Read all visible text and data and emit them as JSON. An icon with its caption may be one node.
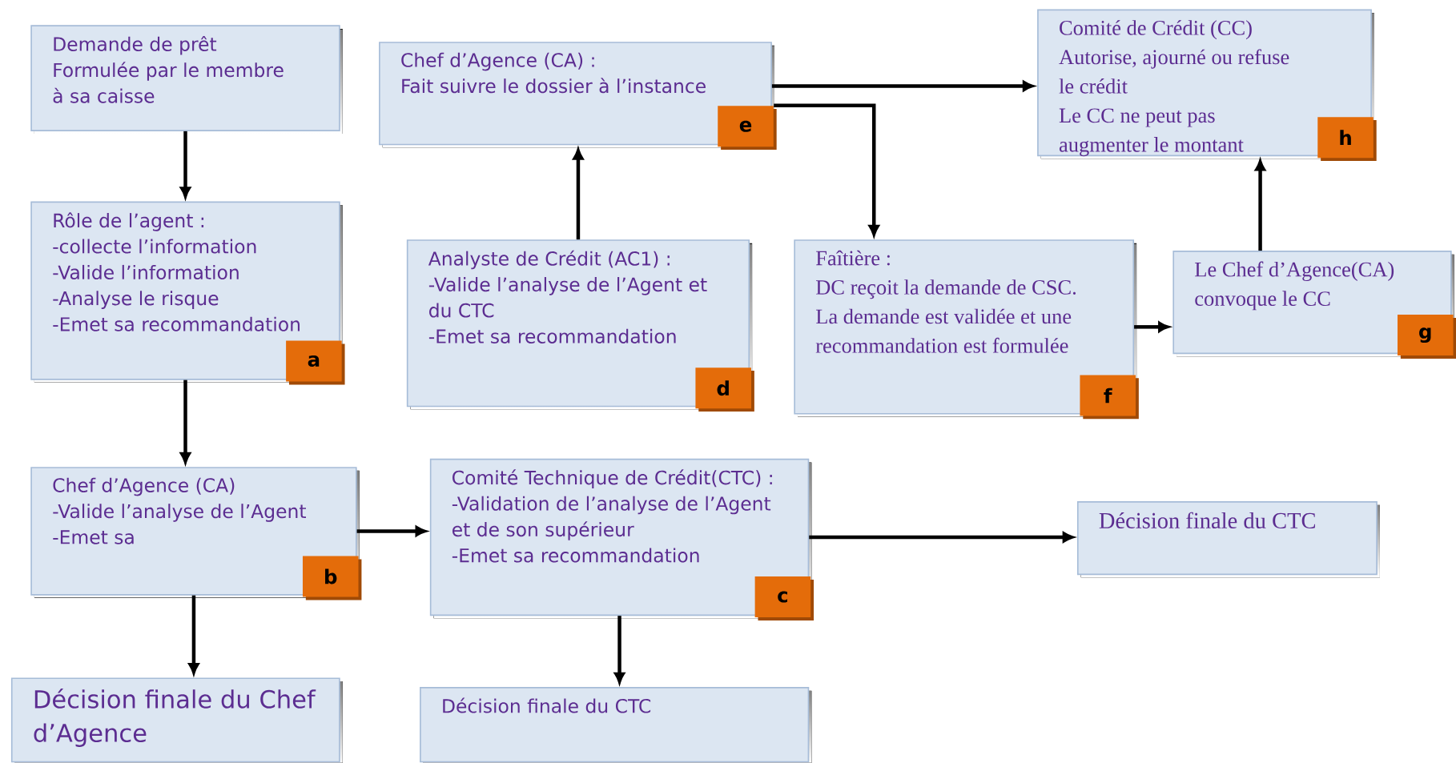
{
  "diagram": {
    "nodes": [
      {
        "text": [
          "Demande de prêt",
          "Formulée par le membre à sa caisse"
        ]
      },
      {
        "text": [
          "Rôle de l’agent :",
          "-collecte l’information",
          "-Valide l’information",
          "-Analyse le risque",
          "-Emet sa recommandation"
        ]
      },
      {
        "text": [
          "a"
        ],
        "in": 1
      },
      {
        "text": [
          "Chef d’Agence (CA)",
          "-Valide l’analyse de l’Agent",
          "-Emet sa"
        ]
      },
      {
        "text": [
          "b"
        ],
        "in": 3
      },
      {
        "text": [
          "Décision finale du Chef d’Agence"
        ]
      },
      {
        "text": [
          "Chef d’Agence (CA) :",
          "Fait suivre le dossier à l’instance"
        ]
      },
      {
        "text": [
          "e"
        ],
        "in": 6
      },
      {
        "text": [
          "Analyste de Crédit (AC1) :",
          "-Valide l’analyse de l’Agent et du CTC",
          "-Emet sa recommandation"
        ]
      },
      {
        "text": [
          "d"
        ],
        "in": 8
      },
      {
        "text": [
          "Comité Technique de Crédit(CTC) :",
          "-Validation de l’analyse de l’Agent et de son supérieur",
          "-Emet sa recommandation"
        ]
      },
      {
        "text": [
          "c"
        ],
        "in": 10
      },
      {
        "text": [
          "Décision finale du CTC"
        ]
      },
      {
        "text": [
          "Comité de Crédit (CC)",
          "Autorise, ajourné ou refuse le crédit",
          "Le CC ne peut pas augmenter le montant"
        ]
      },
      {
        "text": [
          "h"
        ],
        "in": 13
      },
      {
        "text": [
          "Faîtière :",
          "DC reçoit la demande de CSC.",
          "La demande est validée et une recommandation est formulée"
        ]
      },
      {
        "text": [
          "f"
        ],
        "in": 15
      },
      {
        "text": [
          "Le Chef d’Agence(CA) convoque le CC"
        ]
      },
      {
        "text": [
          "g"
        ],
        "in": 17
      },
      {
        "text": [
          "Décision finale du CTC"
        ]
      }
    ],
    "edges": [
      {
        "from": 0,
        "to": 1,
        "arrow": "to"
      },
      {
        "from": 1,
        "to": 3,
        "arrow": "to"
      },
      {
        "from": 3,
        "to": 5,
        "arrow": "to"
      },
      {
        "from": 3,
        "to": 10,
        "arrow": "to"
      },
      {
        "from": 10,
        "to": 12,
        "arrow": "to"
      },
      {
        "from": 10,
        "to": 19,
        "arrow": "to"
      },
      {
        "from": 8,
        "to": 6,
        "arrow": "to"
      },
      {
        "from": 6,
        "to": 13,
        "arrow": "to"
      },
      {
        "from": 6,
        "to": 15,
        "arrow": "to"
      },
      {
        "from": 15,
        "to": 17,
        "arrow": "to"
      },
      {
        "from": 17,
        "to": 13,
        "arrow": "to"
      }
    ]
  }
}
